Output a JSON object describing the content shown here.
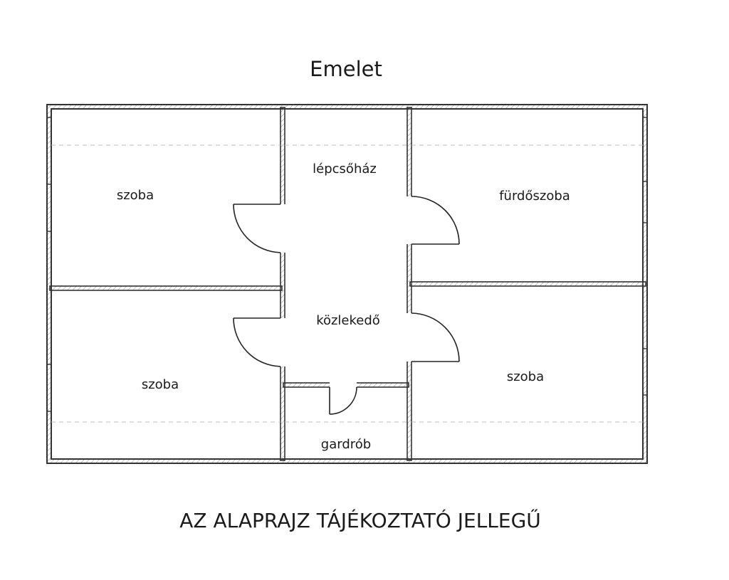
{
  "title": "Emelet",
  "footer": "AZ ALAPRAJZ TÁJÉKOZTATÓ JELLEGŰ",
  "rooms": {
    "room_top_left": "szoba",
    "room_bottom_left": "szoba",
    "stairwell": "lépcsőház",
    "corridor": "közlekedő",
    "wardrobe": "gardrób",
    "bathroom": "fürdőszoba",
    "room_bottom_right": "szoba"
  },
  "colors": {
    "wall": "#333333",
    "hatch": "#888888",
    "dash": "#bbbbbb"
  }
}
